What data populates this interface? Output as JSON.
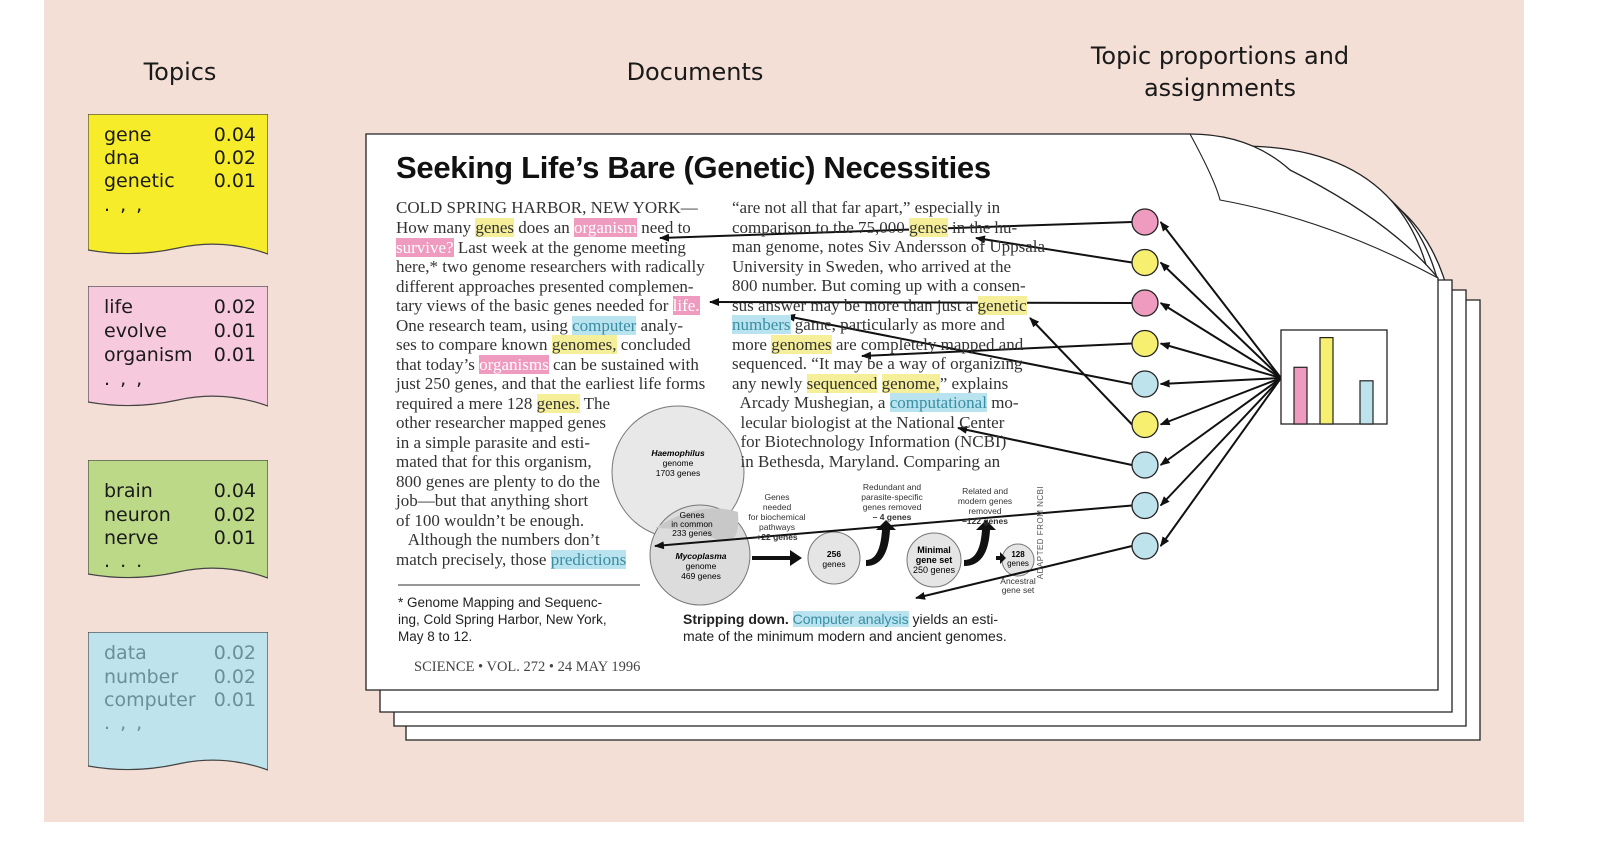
{
  "headers": {
    "topics": "Topics",
    "documents": "Documents",
    "proportions_line1": "Topic proportions and",
    "proportions_line2": "assignments"
  },
  "topics": [
    {
      "color": "#f7ec2a",
      "text_color": "#1a1a1a",
      "words": [
        {
          "w": "gene",
          "p": "0.04"
        },
        {
          "w": "dna",
          "p": "0.02"
        },
        {
          "w": "genetic",
          "p": "0.01"
        }
      ],
      "more": ". , ,"
    },
    {
      "color": "#f7c9dd",
      "text_color": "#1a1a1a",
      "words": [
        {
          "w": "life",
          "p": "0.02"
        },
        {
          "w": "evolve",
          "p": "0.01"
        },
        {
          "w": "organism",
          "p": "0.01"
        }
      ],
      "more": ". , ,"
    },
    {
      "color": "#bcd988",
      "text_color": "#1a1a1a",
      "words": [
        {
          "w": "brain",
          "p": "0.04"
        },
        {
          "w": "neuron",
          "p": "0.02"
        },
        {
          "w": "nerve",
          "p": "0.01"
        }
      ],
      "more": ". . ."
    },
    {
      "color": "#bfe3ec",
      "text_color": "#6b8f99",
      "words": [
        {
          "w": "data",
          "p": "0.02"
        },
        {
          "w": "number",
          "p": "0.02"
        },
        {
          "w": "computer",
          "p": "0.01"
        }
      ],
      "more": ". , ,"
    }
  ],
  "document": {
    "title": "Seeking Life’s Bare (Genetic) Necessities",
    "dateline": "COLD SPRING HARBOR, NEW YORK—",
    "left_col": [
      [
        {
          "t": "How many "
        },
        {
          "t": "genes",
          "h": "y"
        },
        {
          "t": " does an "
        },
        {
          "t": "organism",
          "h": "p"
        },
        {
          "t": " need to"
        }
      ],
      [
        {
          "t": "survive?",
          "h": "p"
        },
        {
          "t": " Last week at the genome meeting"
        }
      ],
      [
        {
          "t": "here,* two genome researchers with radically"
        }
      ],
      [
        {
          "t": "different approaches presented complemen-"
        }
      ],
      [
        {
          "t": "tary views of the basic genes needed for "
        },
        {
          "t": "life.",
          "h": "p"
        }
      ],
      [
        {
          "t": "One research team, using "
        },
        {
          "t": "computer",
          "h": "b"
        },
        {
          "t": " analy-"
        }
      ],
      [
        {
          "t": "ses to compare known "
        },
        {
          "t": "genomes,",
          "h": "y"
        },
        {
          "t": " concluded"
        }
      ],
      [
        {
          "t": "that today’s "
        },
        {
          "t": "organisms",
          "h": "p"
        },
        {
          "t": " can be sustained with"
        }
      ],
      [
        {
          "t": "just 250 genes, and that the earliest life forms"
        }
      ],
      [
        {
          "t": "required a mere 128 "
        },
        {
          "t": "genes.",
          "h": "y"
        },
        {
          "t": " The"
        }
      ],
      [
        {
          "t": "other researcher mapped genes"
        }
      ],
      [
        {
          "t": "in a simple parasite and esti-"
        }
      ],
      [
        {
          "t": "mated that for this organism,"
        }
      ],
      [
        {
          "t": "800 genes are plenty to do the"
        }
      ],
      [
        {
          "t": "job—but that anything short"
        }
      ],
      [
        {
          "t": "of 100 wouldn’t be enough."
        }
      ],
      [
        {
          "t": "   Although the numbers don’t"
        }
      ],
      [
        {
          "t": "match precisely, those "
        },
        {
          "t": "predictions",
          "h": "b"
        }
      ]
    ],
    "right_col": [
      [
        {
          "t": "“are not all that far apart,” especially in"
        }
      ],
      [
        {
          "t": "comparison to the 75,000 "
        },
        {
          "t": "genes",
          "h": "y"
        },
        {
          "t": " in the hu-"
        }
      ],
      [
        {
          "t": "man genome, notes Siv Andersson of Uppsala"
        }
      ],
      [
        {
          "t": "University in Sweden, who arrived at the"
        }
      ],
      [
        {
          "t": "800 number. But coming up with a consen-"
        }
      ],
      [
        {
          "t": "sus answer may be more than just a "
        },
        {
          "t": "genetic",
          "h": "y"
        }
      ],
      [
        {
          "t": "numbers",
          "h": "b"
        },
        {
          "t": " game, particularly as more and"
        }
      ],
      [
        {
          "t": "more "
        },
        {
          "t": "genomes",
          "h": "y"
        },
        {
          "t": " are completely mapped and"
        }
      ],
      [
        {
          "t": "sequenced. “It may be a way of organizing"
        }
      ],
      [
        {
          "t": "any newly "
        },
        {
          "t": "sequenced",
          "h": "y"
        },
        {
          "t": " "
        },
        {
          "t": "genome,",
          "h": "y"
        },
        {
          "t": "” explains"
        }
      ],
      [
        {
          "t": "  Arcady Mushegian, a "
        },
        {
          "t": "computational",
          "h": "b"
        },
        {
          "t": " mo-"
        }
      ],
      [
        {
          "t": "  lecular biologist at the National Center"
        }
      ],
      [
        {
          "t": "  for Biotechnology Information (NCBI)"
        }
      ],
      [
        {
          "t": "  in Bethesda, Maryland. Comparing an"
        }
      ]
    ],
    "footnote": [
      "* Genome Mapping and Sequenc-",
      "ing, Cold Spring Harbor, New York,",
      "May 8 to 12."
    ],
    "citation": "SCIENCE  •  VOL. 272  •  24 MAY 1996",
    "caption_bold": "Stripping down.",
    "caption_hl": "Computer analysis",
    "caption_rest": " yields an esti-",
    "caption_line2": "mate of the minimum modern and ancient genomes.",
    "figure": {
      "haemophilus": [
        "Haemophilus",
        "genome",
        "1703 genes"
      ],
      "common": [
        "Genes",
        "in common",
        "233 genes"
      ],
      "mycoplasma": [
        "Mycoplasma",
        "genome",
        "469 genes"
      ],
      "needed": [
        "Genes",
        "needed",
        "for biochemical",
        "pathways",
        "+22 genes"
      ],
      "redundant": [
        "Redundant and",
        "parasite-specific",
        "genes removed",
        "– 4 genes"
      ],
      "related": [
        "Related and",
        "modern genes",
        "removed",
        "–122 genes"
      ],
      "c256": [
        "256",
        "genes"
      ],
      "minimal": [
        "Minimal",
        "gene set",
        "250 genes"
      ],
      "c128": [
        "128",
        "genes"
      ],
      "ancestral": [
        "Ancestral",
        "gene set"
      ],
      "credit": "ADAPTED FROM NCBI"
    }
  },
  "proportions": {
    "circles": [
      "pink",
      "yellow",
      "pink",
      "yellow",
      "blue",
      "yellow",
      "blue",
      "blue",
      "blue"
    ],
    "colors": {
      "pink": "#ef9bbf",
      "yellow": "#f6ef70",
      "blue": "#bfe3ec"
    },
    "histogram": [
      {
        "color": "pink",
        "value": 0.63
      },
      {
        "color": "yellow",
        "value": 0.96
      },
      {
        "color": "blue",
        "value": 0.48
      }
    ]
  }
}
